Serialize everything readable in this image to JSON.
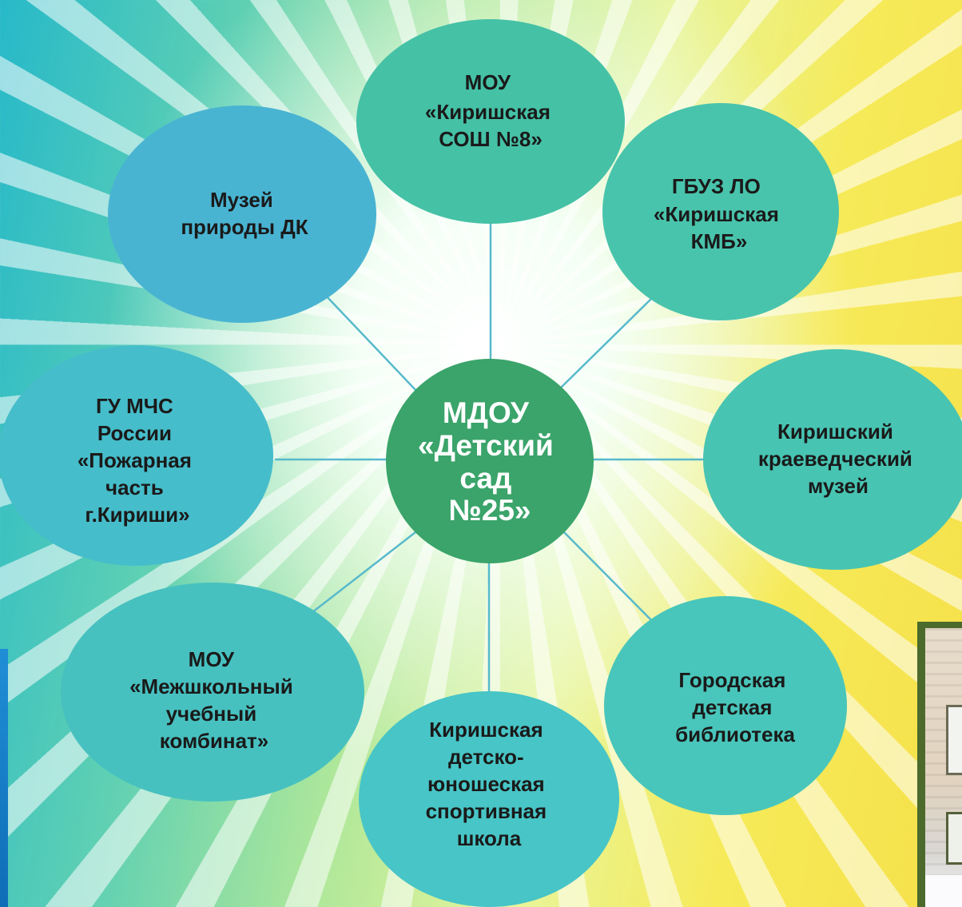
{
  "center": {
    "lines": [
      "МДОУ",
      "«Детский",
      "сад",
      "№25»"
    ],
    "color": "#3aa46a"
  },
  "nodes": [
    {
      "id": "sosh8",
      "lines": [
        "МОУ",
        "«Киришская",
        "СОШ №8»"
      ],
      "color": "#45c1a6"
    },
    {
      "id": "gbuz",
      "lines": [
        "ГБУЗ ЛО",
        "«Киришская",
        "КМБ»"
      ],
      "color": "#49c4ac"
    },
    {
      "id": "kraeved",
      "lines": [
        "Киришский",
        "краеведческий",
        "музей"
      ],
      "color": "#48c4b3"
    },
    {
      "id": "library",
      "lines": [
        "Городская",
        "детская",
        "библиотека"
      ],
      "color": "#49c6bb"
    },
    {
      "id": "sport",
      "lines": [
        "Киришская",
        "детско-",
        "юношеская",
        "спортивная",
        "школа"
      ],
      "color": "#48c5c6"
    },
    {
      "id": "ukk",
      "lines": [
        "МОУ",
        "«Межшкольный",
        "учебный",
        "комбинат»"
      ],
      "color": "#47c1c0"
    },
    {
      "id": "mchs",
      "lines": [
        "ГУ МЧС",
        "России",
        "«Пожарная",
        "часть",
        "г.Кириши»"
      ],
      "color": "#46bdca"
    },
    {
      "id": "muzei",
      "lines": [
        "Музей",
        "природы ДК"
      ],
      "color": "#49b4d2"
    }
  ],
  "connector_color": "#57b9cc"
}
